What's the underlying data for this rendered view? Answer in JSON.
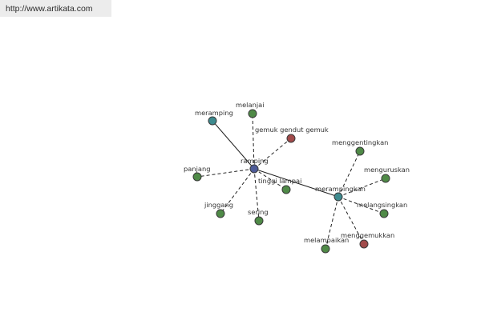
{
  "site_link": {
    "text": "http://www.artikata.com"
  },
  "colors": {
    "hub": "#4d5b98",
    "synonym": "#3d8a8e",
    "related": "#4f8a47",
    "antonym": "#a14a4a"
  },
  "graph": {
    "nodes": [
      {
        "id": "ramping",
        "label": "ramping",
        "kind": "hub"
      },
      {
        "id": "meramping",
        "label": "meramping",
        "kind": "synonym"
      },
      {
        "id": "melanjai",
        "label": "melanjai",
        "kind": "related"
      },
      {
        "id": "gemuk_gendut_gemuk",
        "label": "gemuk gendut gemuk",
        "kind": "antonym"
      },
      {
        "id": "panjang",
        "label": "panjang",
        "kind": "related"
      },
      {
        "id": "tinggi_lampai",
        "label": "tinggi lampai",
        "kind": "related"
      },
      {
        "id": "jinggang",
        "label": "jinggang",
        "kind": "related"
      },
      {
        "id": "sering",
        "label": "sering",
        "kind": "related"
      },
      {
        "id": "merampingkan",
        "label": "merampingkan",
        "kind": "synonym"
      },
      {
        "id": "menggentingkan",
        "label": "menggentingkan",
        "kind": "related"
      },
      {
        "id": "menguruskan",
        "label": "menguruskan",
        "kind": "related"
      },
      {
        "id": "melangsingkan",
        "label": "melangsingkan",
        "kind": "related"
      },
      {
        "id": "menggemukkan",
        "label": "menggemukkan",
        "kind": "antonym"
      },
      {
        "id": "melampaikan",
        "label": "melampaikan",
        "kind": "related"
      }
    ],
    "edges": [
      {
        "from": "ramping",
        "to": "meramping",
        "style": "solid"
      },
      {
        "from": "ramping",
        "to": "merampingkan",
        "style": "solid"
      },
      {
        "from": "ramping",
        "to": "melanjai",
        "style": "dashed"
      },
      {
        "from": "ramping",
        "to": "gemuk_gendut_gemuk",
        "style": "dashed"
      },
      {
        "from": "ramping",
        "to": "panjang",
        "style": "dashed"
      },
      {
        "from": "ramping",
        "to": "tinggi_lampai",
        "style": "dashed"
      },
      {
        "from": "ramping",
        "to": "jinggang",
        "style": "dashed"
      },
      {
        "from": "ramping",
        "to": "sering",
        "style": "dashed"
      },
      {
        "from": "merampingkan",
        "to": "menggentingkan",
        "style": "dashed"
      },
      {
        "from": "merampingkan",
        "to": "menguruskan",
        "style": "dashed"
      },
      {
        "from": "merampingkan",
        "to": "melangsingkan",
        "style": "dashed"
      },
      {
        "from": "merampingkan",
        "to": "menggemukkan",
        "style": "dashed"
      },
      {
        "from": "merampingkan",
        "to": "melampaikan",
        "style": "dashed"
      }
    ]
  }
}
